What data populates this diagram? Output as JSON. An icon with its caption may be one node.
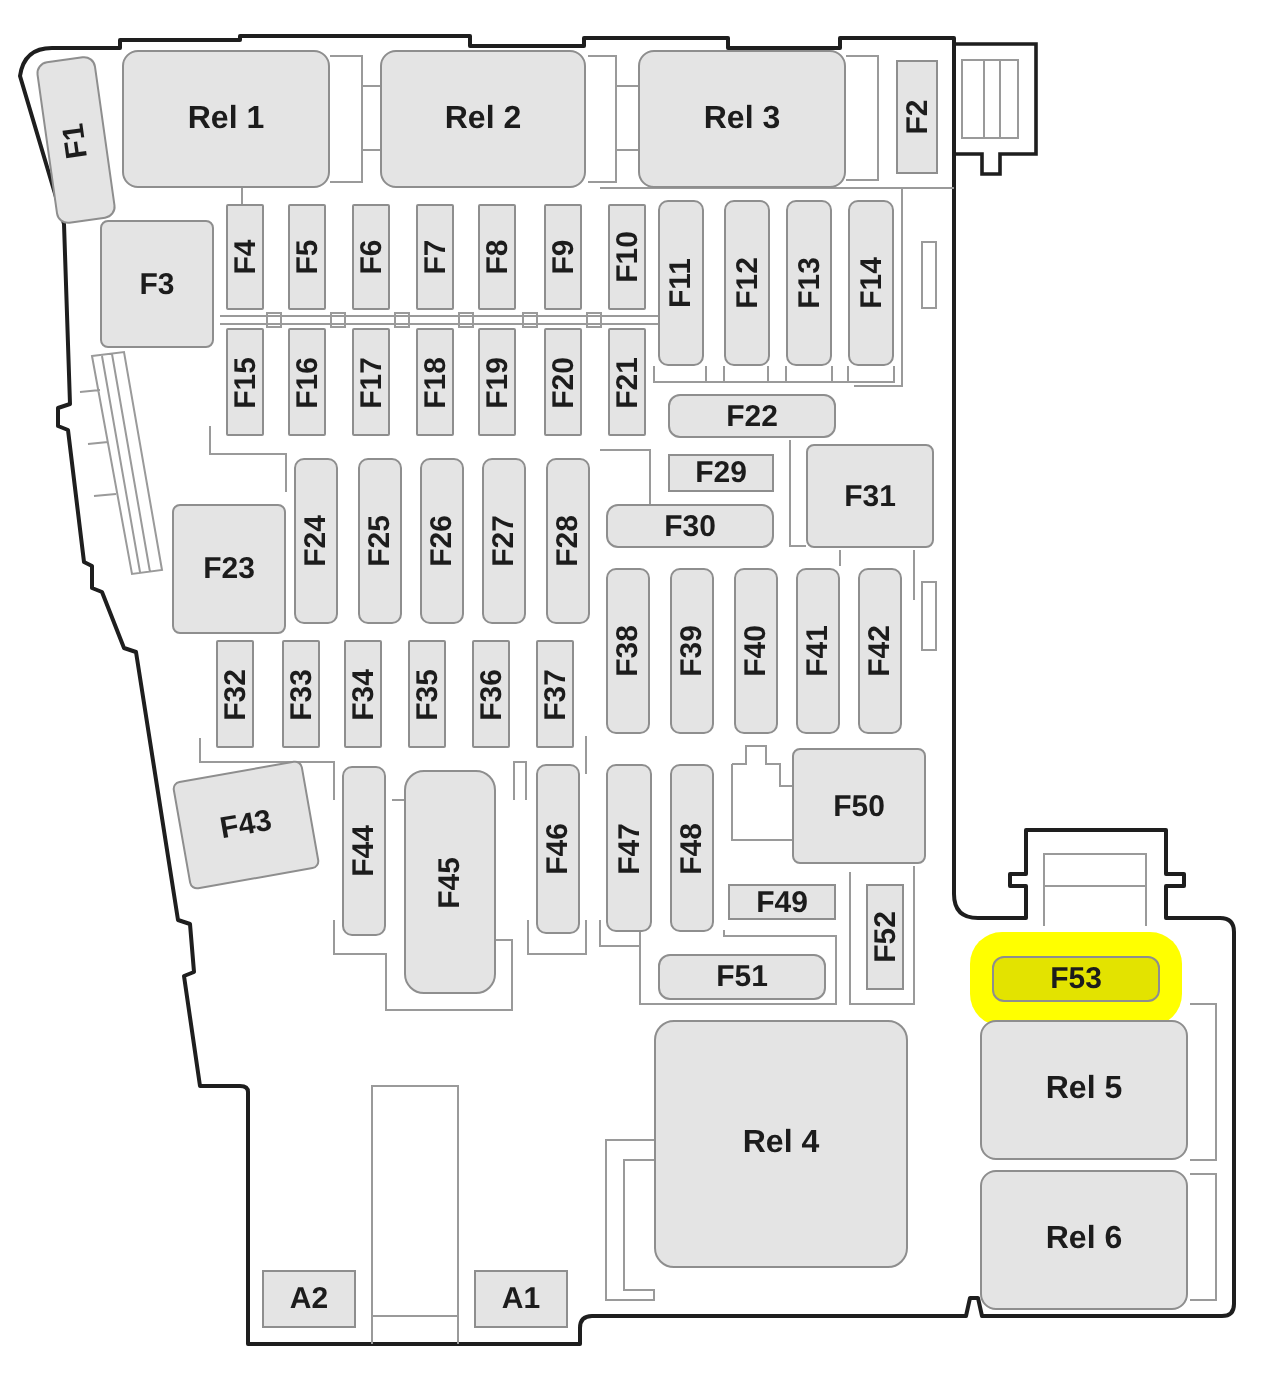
{
  "diagram": {
    "nodes": [
      {
        "text": [
          "F1"
        ]
      },
      {
        "text": [
          "Rel 1"
        ]
      },
      {
        "text": [
          "Rel 2"
        ]
      },
      {
        "text": [
          "Rel 3"
        ]
      },
      {
        "text": [
          "F2"
        ]
      },
      {
        "text": [
          "F3"
        ]
      },
      {
        "text": [
          "F4"
        ]
      },
      {
        "text": [
          "F5"
        ]
      },
      {
        "text": [
          "F6"
        ]
      },
      {
        "text": [
          "F7"
        ]
      },
      {
        "text": [
          "F8"
        ]
      },
      {
        "text": [
          "F9"
        ]
      },
      {
        "text": [
          "F10"
        ]
      },
      {
        "text": [
          "F11"
        ]
      },
      {
        "text": [
          "F12"
        ]
      },
      {
        "text": [
          "F13"
        ]
      },
      {
        "text": [
          "F14"
        ]
      },
      {
        "text": [
          "F15"
        ]
      },
      {
        "text": [
          "F16"
        ]
      },
      {
        "text": [
          "F17"
        ]
      },
      {
        "text": [
          "F18"
        ]
      },
      {
        "text": [
          "F19"
        ]
      },
      {
        "text": [
          "F20"
        ]
      },
      {
        "text": [
          "F21"
        ]
      },
      {
        "text": [
          "F22"
        ]
      },
      {
        "text": [
          "F29"
        ]
      },
      {
        "text": [
          "F31"
        ]
      },
      {
        "text": [
          "F30"
        ]
      },
      {
        "text": [
          "F23"
        ]
      },
      {
        "text": [
          "F24"
        ]
      },
      {
        "text": [
          "F25"
        ]
      },
      {
        "text": [
          "F26"
        ]
      },
      {
        "text": [
          "F27"
        ]
      },
      {
        "text": [
          "F28"
        ]
      },
      {
        "text": [
          "F38"
        ]
      },
      {
        "text": [
          "F39"
        ]
      },
      {
        "text": [
          "F40"
        ]
      },
      {
        "text": [
          "F41"
        ]
      },
      {
        "text": [
          "F42"
        ]
      },
      {
        "text": [
          "F32"
        ]
      },
      {
        "text": [
          "F33"
        ]
      },
      {
        "text": [
          "F34"
        ]
      },
      {
        "text": [
          "F35"
        ]
      },
      {
        "text": [
          "F36"
        ]
      },
      {
        "text": [
          "F37"
        ]
      },
      {
        "text": [
          "F43"
        ]
      },
      {
        "text": [
          "F44"
        ]
      },
      {
        "text": [
          "F45"
        ]
      },
      {
        "text": [
          "F46"
        ]
      },
      {
        "text": [
          "F47"
        ]
      },
      {
        "text": [
          "F48"
        ]
      },
      {
        "text": [
          "F50"
        ]
      },
      {
        "text": [
          "F49"
        ]
      },
      {
        "text": [
          "F52"
        ]
      },
      {
        "text": [
          "F51"
        ]
      },
      {
        "text": [
          "F53"
        ]
      },
      {
        "text": [
          "Rel 4"
        ]
      },
      {
        "text": [
          "Rel 5"
        ]
      },
      {
        "text": [
          "Rel 6"
        ]
      },
      {
        "text": [
          "A2"
        ]
      },
      {
        "text": [
          "A1"
        ]
      }
    ],
    "edges": []
  }
}
